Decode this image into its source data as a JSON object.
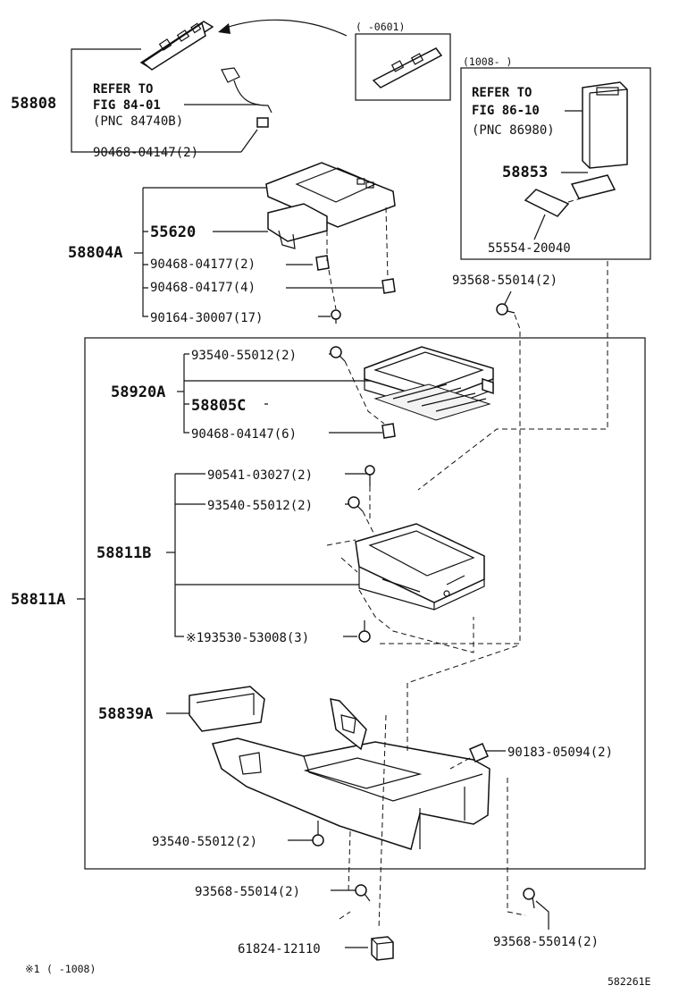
{
  "diagram_id": "582261E",
  "footnote": {
    "mark": "※1",
    "range": "(     -1008)"
  },
  "variant_top": "(     -0601)",
  "variant_right": "(1008-        )",
  "refer_left": {
    "line1": "REFER TO",
    "line2": "FIG 84-01",
    "line3": "(PNC 84740B)"
  },
  "refer_right": {
    "line1": "REFER TO",
    "line2": "FIG 86-10",
    "line3": "(PNC 86980)"
  },
  "labels": {
    "p58808": "58808",
    "p90468_04147_2": "90468-04147(2)",
    "p58804A": "58804A",
    "p55620": "55620",
    "p90468_04177_2": "90468-04177(2)",
    "p90468_04177_4": "90468-04177(4)",
    "p90164_30007": "90164-30007(17)",
    "p58853": "58853",
    "p55554": "55554-20040",
    "p93568_top": "93568-55014(2)",
    "p93540_a": "93540-55012(2)",
    "p58920A": "58920A",
    "p58805C": "58805C",
    "p90468_04147_6": "90468-04147(6)",
    "p90541": "90541-03027(2)",
    "p93540_b": "93540-55012(2)",
    "p58811B": "58811B",
    "p58811A": "58811A",
    "p93530": "※193530-53008(3)",
    "p58839A": "58839A",
    "p90183": "90183-05094(2)",
    "p93540_c": "93540-55012(2)",
    "p93568_mid": "93568-55014(2)",
    "p93568_bot": "93568-55014(2)",
    "p61824": "61824-12110"
  }
}
